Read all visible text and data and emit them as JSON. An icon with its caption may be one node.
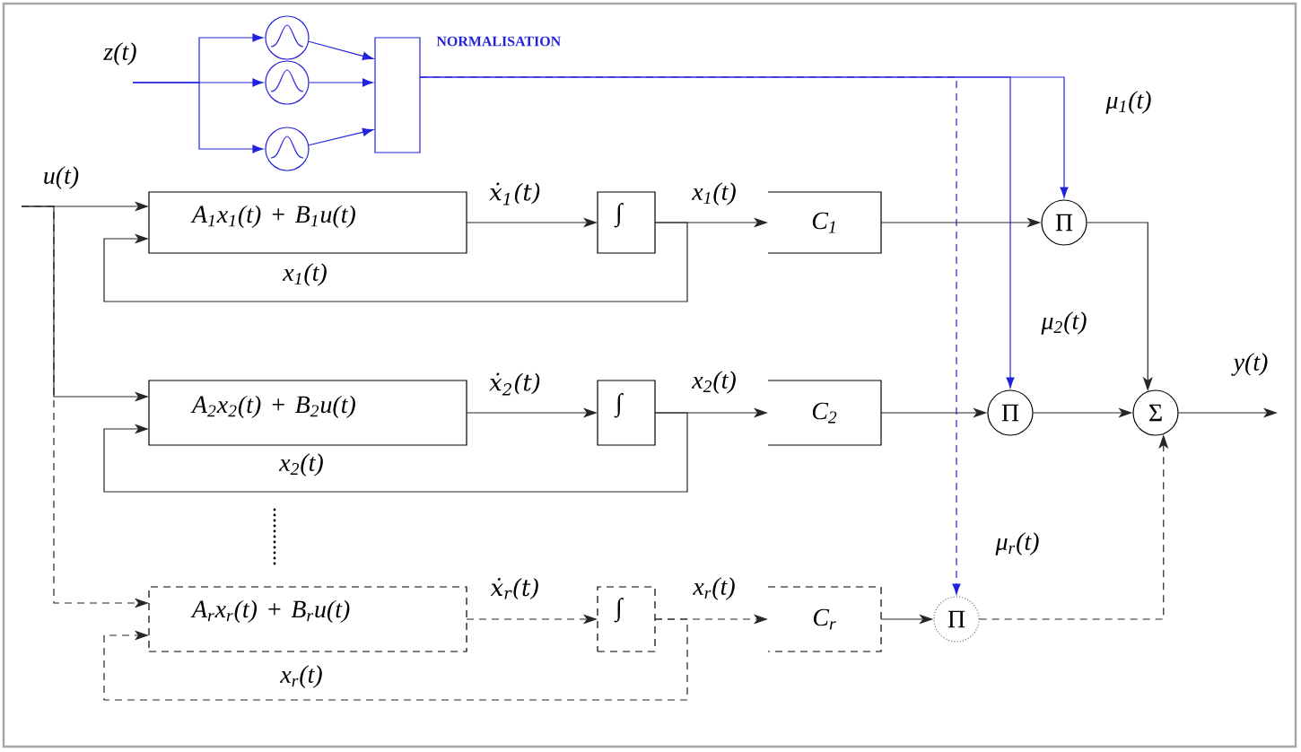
{
  "diagram": {
    "nodes": [
      {
        "text": [],
        "shape": "circle"
      },
      {
        "text": [],
        "shape": "circle"
      },
      {
        "text": [],
        "shape": "circle"
      },
      {
        "text": [
          "NORMALISATION"
        ]
      },
      {
        "text": [
          "A$_{1}$x$_{1}$(t) + B$_{1}$u(t)"
        ]
      },
      {
        "text": [
          "∫"
        ]
      },
      {
        "text": [
          "C$_{1}$"
        ]
      },
      {
        "text": [
          "Π"
        ]
      },
      {
        "text": [
          "A$_{2}$x$_{2}$(t) + B$_{2}$u(t)"
        ]
      },
      {
        "text": [
          "∫"
        ]
      },
      {
        "text": [
          "C$_{2}$"
        ]
      },
      {
        "text": [
          "Π"
        ]
      },
      {
        "text": [
          "Σ"
        ]
      },
      {
        "text": [
          "A$_{r}$x$_{r}$(t) + B$_{r}$u(t)"
        ]
      },
      {
        "text": [
          "∫"
        ]
      },
      {
        "text": [
          "C$_{r}$"
        ]
      },
      {
        "text": [
          "Π"
        ]
      }
    ],
    "edges": [
      {
        "from": null,
        "to": 0,
        "arrow": "to",
        "color": "#2222dd"
      },
      {
        "from": null,
        "to": 1,
        "arrow": "to",
        "label": "z(t)",
        "color": "#2222dd"
      },
      {
        "from": null,
        "to": 2,
        "arrow": "to",
        "color": "#2222dd"
      },
      {
        "from": 0,
        "to": 3,
        "arrow": "to",
        "color": "#2222dd"
      },
      {
        "from": 1,
        "to": 3,
        "arrow": "to",
        "color": "#2222dd"
      },
      {
        "from": 2,
        "to": 3,
        "arrow": "to",
        "color": "#2222dd"
      },
      {
        "from": 3,
        "to": 7,
        "arrow": "to",
        "label": "μ$_{1}$(t)",
        "color": "#2222dd"
      },
      {
        "from": 3,
        "to": 11,
        "arrow": "to",
        "label": "μ$_{2}$(t)",
        "color": "#2222dd"
      },
      {
        "from": 3,
        "to": 16,
        "arrow": "to",
        "label": "μ$_{r}$(t)",
        "style": "dashed",
        "color": "#2222dd"
      },
      {
        "from": null,
        "to": 4,
        "arrow": "to",
        "label": "u(t)"
      },
      {
        "from": null,
        "to": 8,
        "arrow": "to"
      },
      {
        "from": null,
        "to": 13,
        "arrow": "to",
        "style": "dashed"
      },
      {
        "from": 4,
        "to": 5,
        "arrow": "to",
        "label": "ẋ$_{1}$(t)"
      },
      {
        "from": 5,
        "to": 6,
        "arrow": "to",
        "label": "x$_{1}$(t)"
      },
      {
        "from": 5,
        "to": 4,
        "arrow": "to",
        "label": "x$_{1}$(t)"
      },
      {
        "from": 6,
        "to": 7,
        "arrow": "to"
      },
      {
        "from": 7,
        "to": 12,
        "arrow": "to"
      },
      {
        "from": 8,
        "to": 9,
        "arrow": "to",
        "label": "ẋ$_{2}$(t)"
      },
      {
        "from": 9,
        "to": 10,
        "arrow": "to",
        "label": "x$_{2}$(t)"
      },
      {
        "from": 9,
        "to": 8,
        "arrow": "to",
        "label": "x$_{2}$(t)"
      },
      {
        "from": 10,
        "to": 11,
        "arrow": "to"
      },
      {
        "from": 11,
        "to": 12,
        "arrow": "to"
      },
      {
        "from": 12,
        "to": null,
        "arrow": "to",
        "label": "y(t)"
      },
      {
        "from": 13,
        "to": 14,
        "arrow": "to",
        "label": "ẋ$_{r}$(t)",
        "style": "dashed"
      },
      {
        "from": 14,
        "to": 15,
        "arrow": "to",
        "label": "x$_{r}$(t)",
        "style": "dashed"
      },
      {
        "from": 14,
        "to": 13,
        "arrow": "to",
        "label": "x$_{r}$(t)",
        "style": "dashed"
      },
      {
        "from": 15,
        "to": 16,
        "arrow": "to"
      },
      {
        "from": 16,
        "to": 12,
        "arrow": "to",
        "style": "dashed"
      }
    ]
  }
}
